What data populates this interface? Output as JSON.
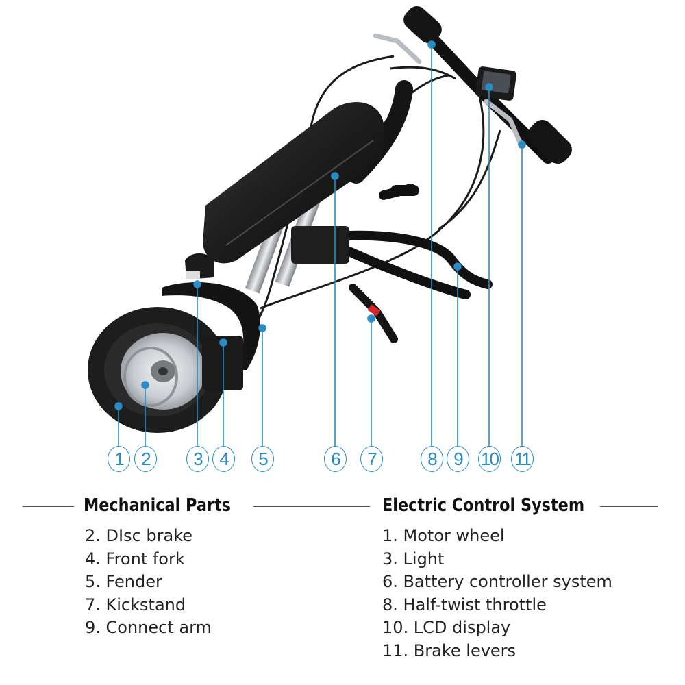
{
  "callouts": [
    "1",
    "2",
    "3",
    "4",
    "5",
    "6",
    "7",
    "8",
    "9",
    "10",
    "11"
  ],
  "sections": {
    "mechanical": {
      "title": "Mechanical Parts",
      "items": [
        "2. DIsc brake",
        "4. Front fork",
        "5. Fender",
        "7. Kickstand",
        "9. Connect arm"
      ]
    },
    "electric": {
      "title": "Electric Control System",
      "items": [
        "1. Motor wheel",
        "3. Light",
        "6. Battery controller system",
        "8. Half-twist throttle",
        "10. LCD display",
        "11. Brake levers"
      ]
    }
  },
  "colors": {
    "accent": "#2b8cc4",
    "text": "#222222",
    "frame": "#1a1a1a",
    "rim": "#c9ccd0"
  }
}
